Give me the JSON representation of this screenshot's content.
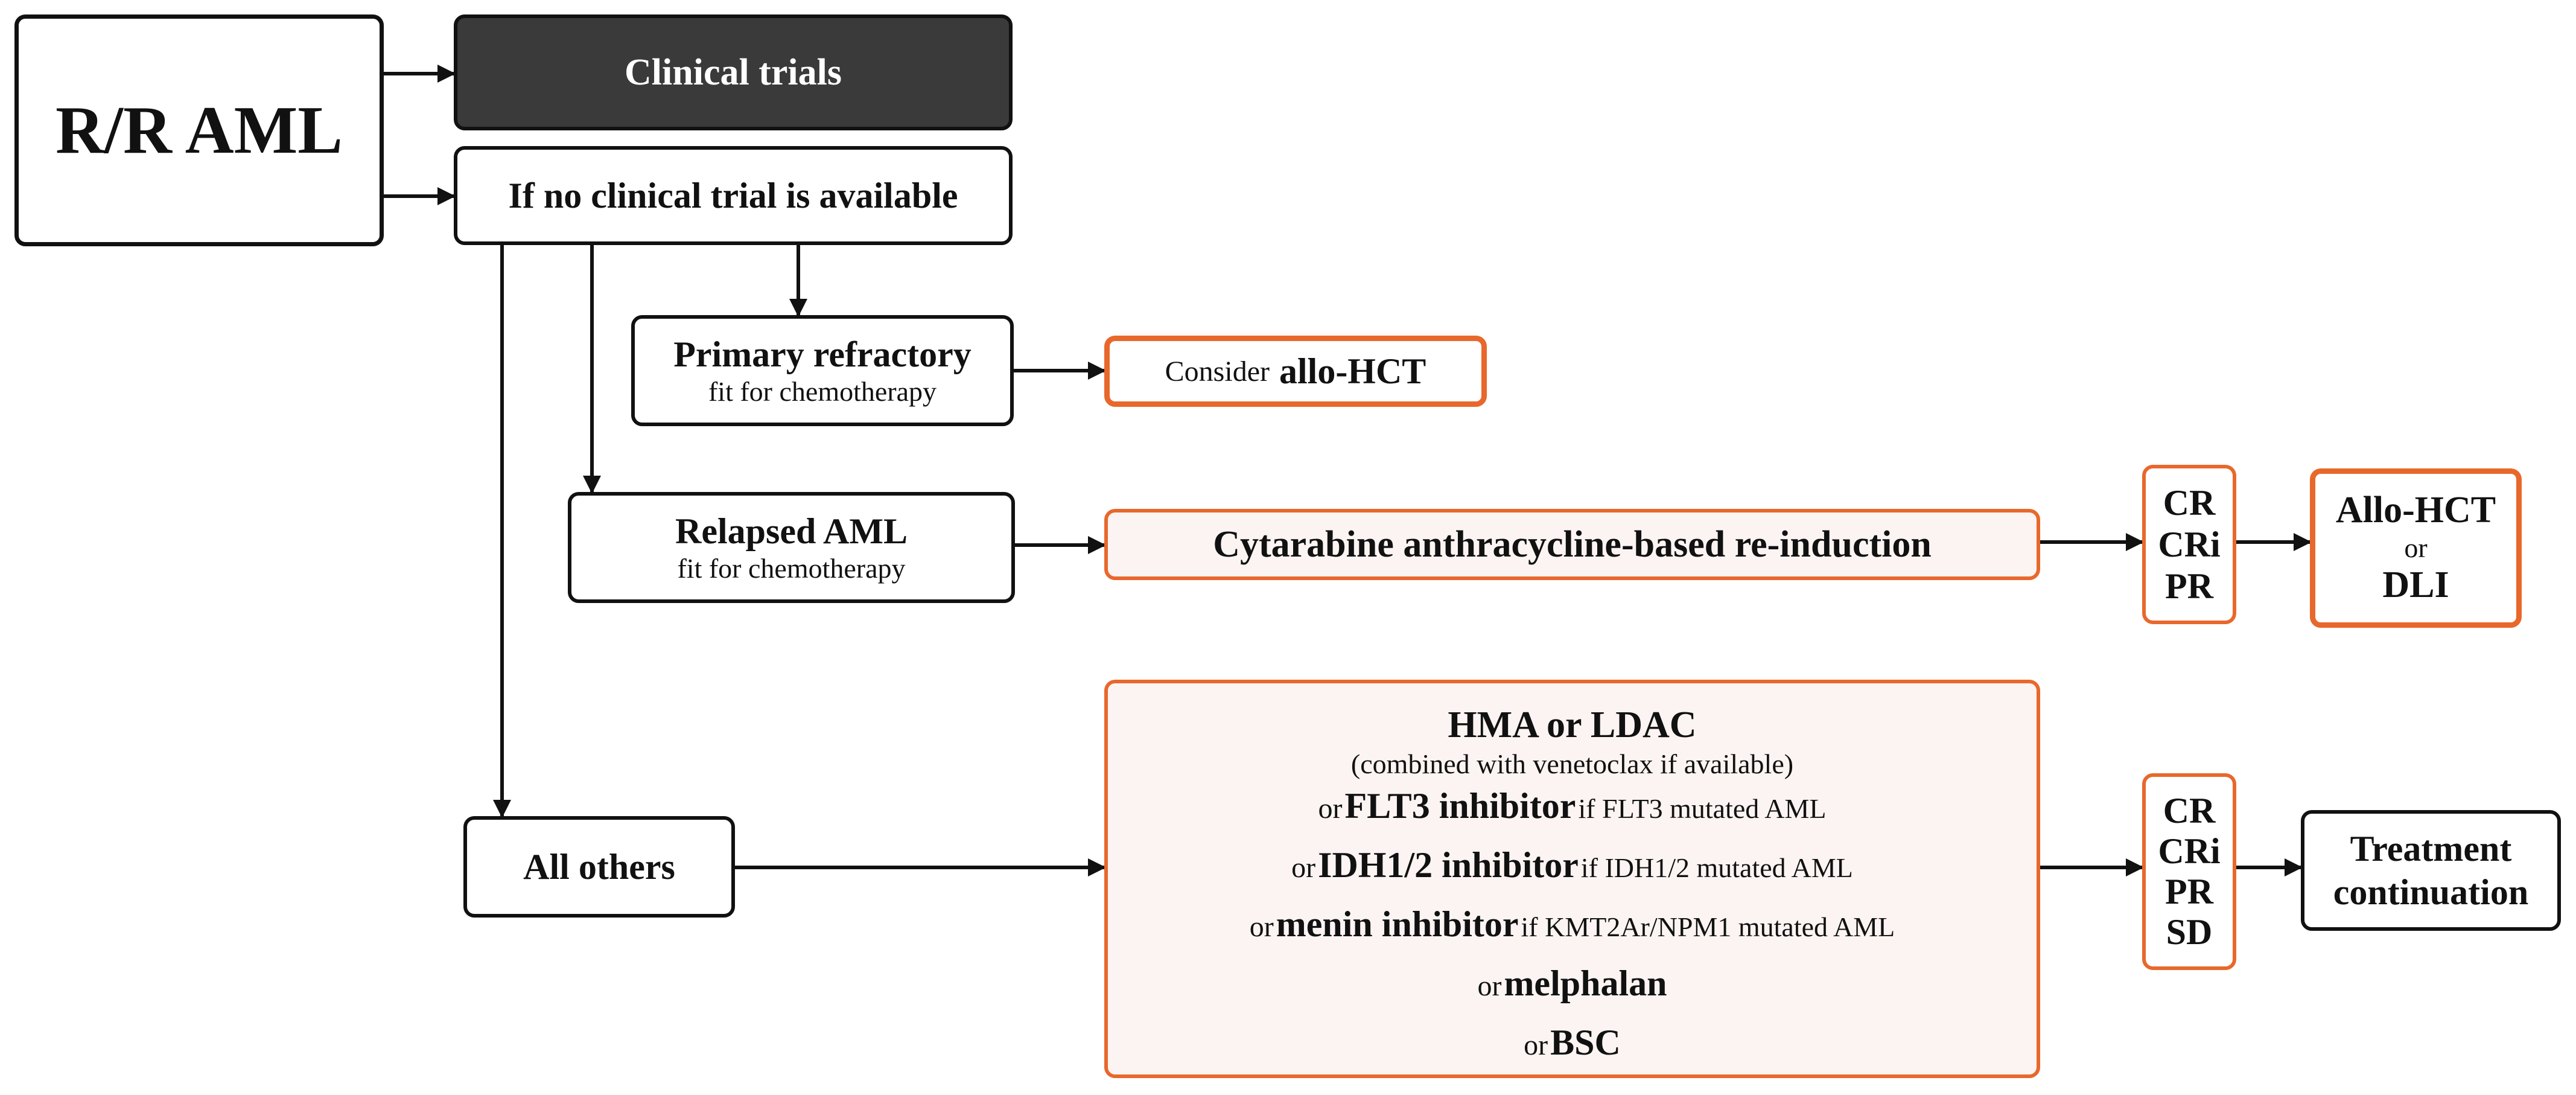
{
  "root": {
    "label": "R/R AML"
  },
  "clinical_trials": {
    "label": "Clinical trials"
  },
  "no_trial": {
    "label": "If no clinical trial is available"
  },
  "primary_refractory": {
    "title": "Primary refractory",
    "subtitle": "fit for chemotherapy"
  },
  "allo_hct_consider": {
    "prefix": "Consider",
    "emph": "allo-HCT"
  },
  "relapsed": {
    "title": "Relapsed AML",
    "subtitle": "fit for chemotherapy"
  },
  "reinduction": {
    "label": "Cytarabine anthracycline-based re-induction"
  },
  "response1": {
    "lines": [
      "CR",
      "CRi",
      "PR"
    ]
  },
  "allo_dli": {
    "top": "Allo-HCT",
    "mid": "or",
    "bottom": "DLI"
  },
  "all_others": {
    "label": "All others"
  },
  "options": {
    "title": "HMA or LDAC",
    "title_note": "(combined with venetoclax if available)",
    "flt3": {
      "pre": "or",
      "drug": "FLT3 inhibitor",
      "cond": "if FLT3 mutated AML"
    },
    "idh": {
      "pre": "or",
      "drug": "IDH1/2 inhibitor",
      "cond": "if IDH1/2 mutated AML"
    },
    "menin": {
      "pre": "or",
      "drug": "menin inhibitor",
      "cond": "if KMT2Ar/NPM1 mutated AML"
    },
    "melphalan": {
      "pre": "or",
      "drug": "melphalan"
    },
    "bsc": {
      "pre": "or",
      "drug": "BSC"
    }
  },
  "response2": {
    "lines": [
      "CR",
      "CRi",
      "PR",
      "SD"
    ]
  },
  "continuation": {
    "line1": "Treatment",
    "line2": "continuation"
  },
  "colors": {
    "accent": "#e8682c",
    "dark": "#3a3a3a",
    "tint": "#fbf4f2"
  }
}
